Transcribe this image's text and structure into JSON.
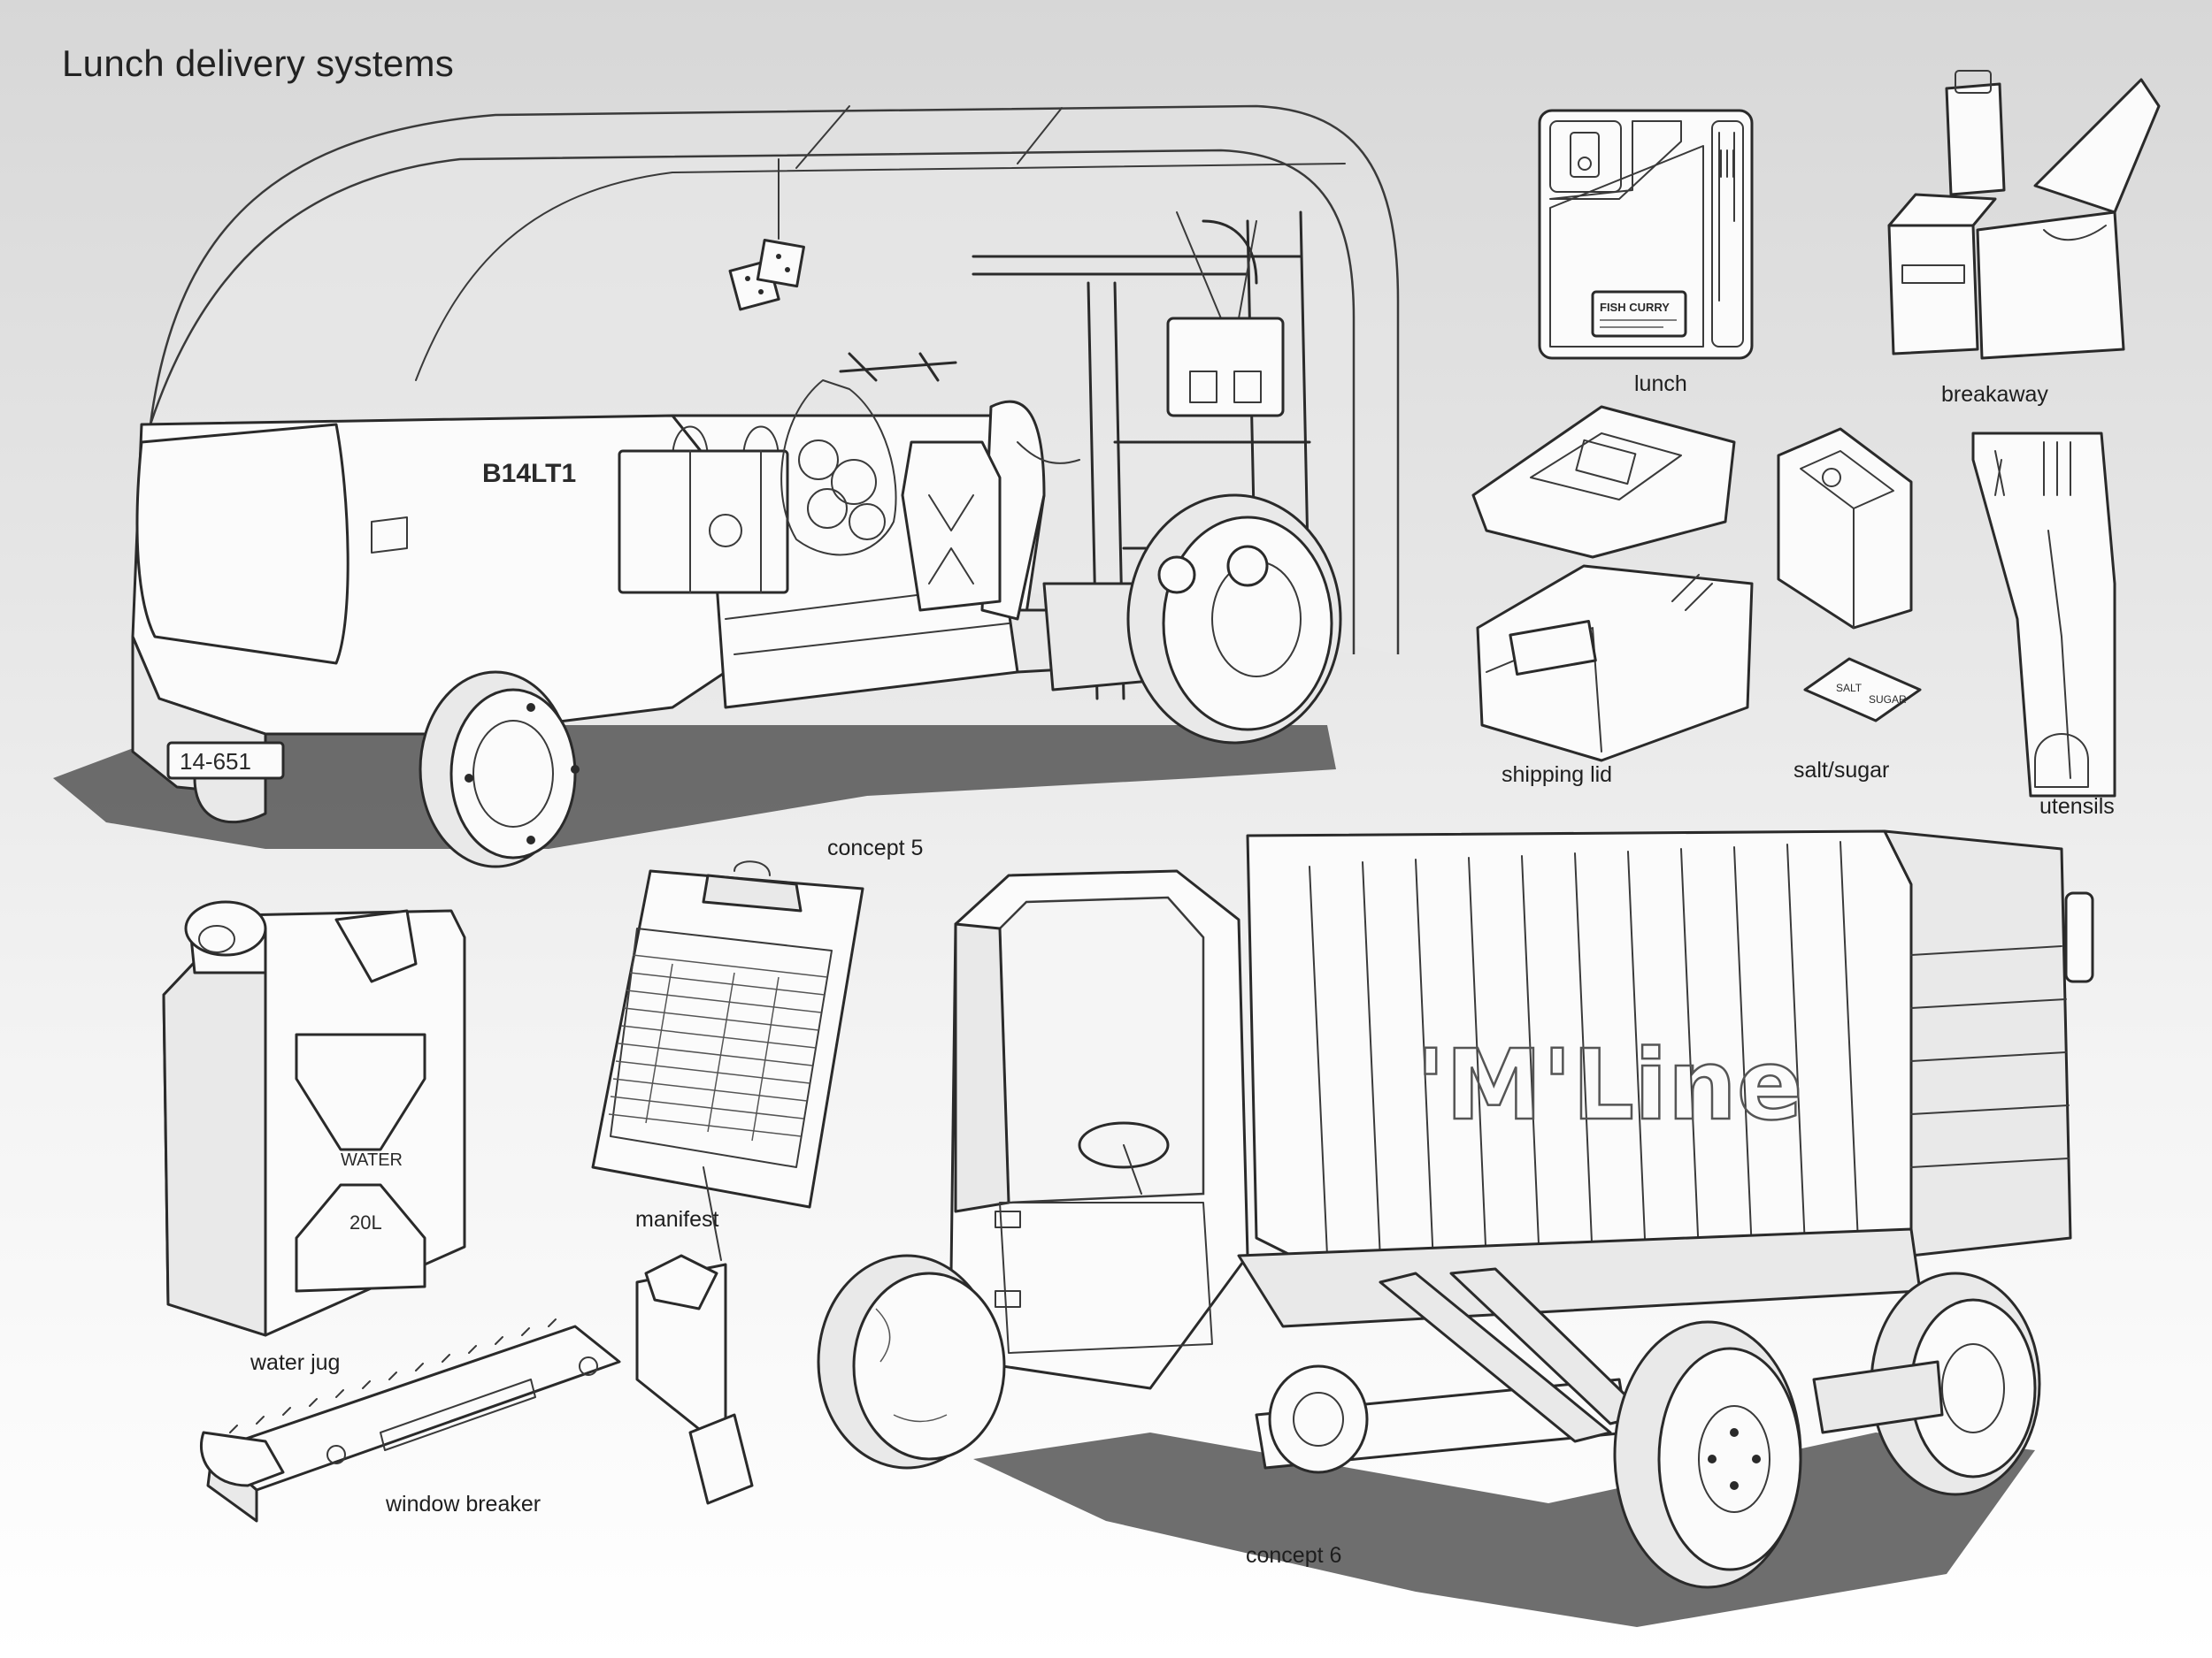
{
  "title": "Lunch delivery systems",
  "captions": {
    "concept5": "concept 5",
    "concept6": "concept 6",
    "lunch": "lunch",
    "breakaway": "breakaway",
    "shipping_lid": "shipping lid",
    "salt_sugar": "salt/sugar",
    "utensils": "utensils",
    "water_jug": "water jug",
    "manifest": "manifest",
    "window_breaker": "window breaker"
  },
  "markings": {
    "concept5_side_badge": "B14LT1",
    "concept5_plate": "14-651",
    "concept6_cargo_logo": "'M'Line",
    "jug_water": "WATER",
    "jug_volume": "20L",
    "lunch_box_label": "FISH CURRY",
    "salt_label": "SALT",
    "sugar_label": "SUGAR"
  },
  "colors": {
    "line": "#2a2a2a",
    "paper_top": "#d7d7d7",
    "paper_bottom": "#ffffff",
    "shadow": "#555555"
  }
}
